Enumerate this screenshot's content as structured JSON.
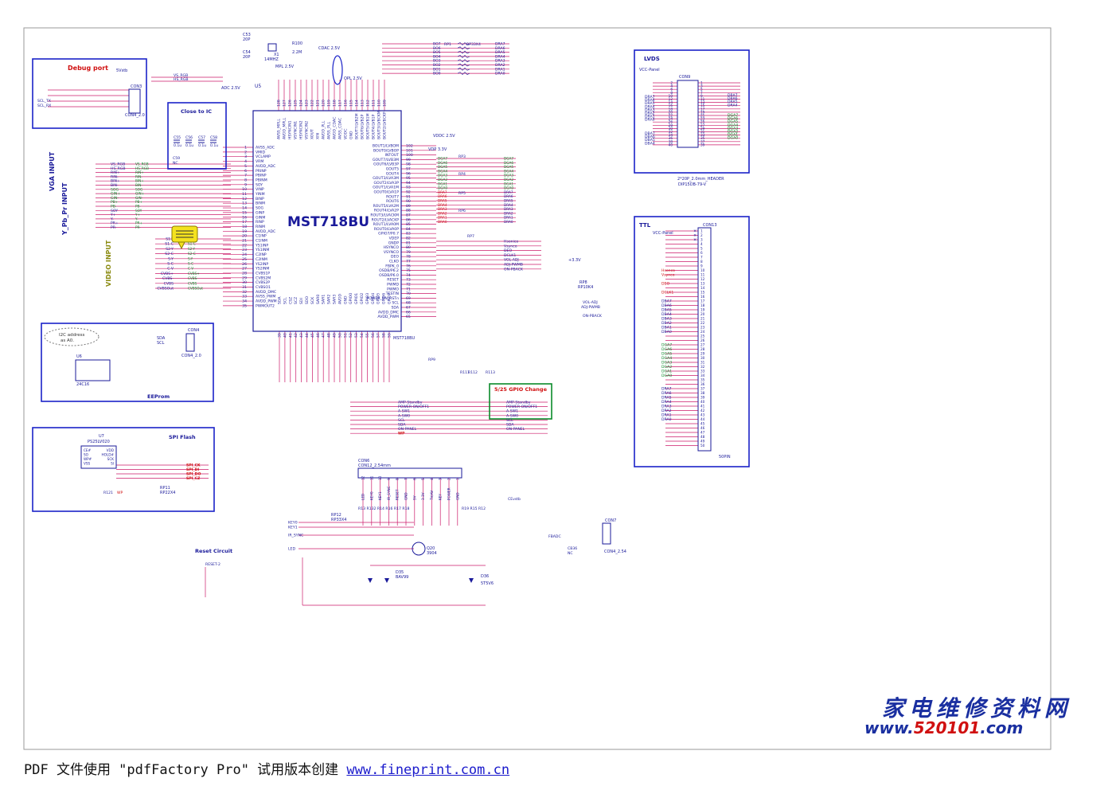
{
  "chip": {
    "name": "MST718BU",
    "ref": "U5",
    "sub": "MST718BU"
  },
  "blocks": {
    "debug": "Debug port",
    "close": "Close to IC",
    "vga": "VGA INPUT",
    "ypbpr": "Y_Pb_Pr INPUT",
    "video": "VIDEO INPUT",
    "eeprom": "EEProm",
    "i2c": [
      "I2C address",
      "as A0."
    ],
    "spi": "SPI Flash",
    "gpio": "5/25 GPIO Change",
    "reset": "Reset Circuit",
    "lvds": "LVDS",
    "ttl": "TTL",
    "lvds_header": [
      "2*20P_2.0mm_HEADER",
      "DIP15DB-79-V"
    ],
    "ttl_label": "50PIN"
  },
  "parts": {
    "u6": "U6",
    "u6_name": "24C16",
    "con4": "CON4",
    "con4_name": "CON4_2.0",
    "u7": "U7",
    "u7_name": "PS25LV020",
    "con6": "CON6",
    "con6_name": "CON12_2.54mm",
    "con7": "CON7",
    "con7_name": "CON4_2.54",
    "con9": "CON9",
    "con13": "CON13",
    "con3": "CON3",
    "con3_name": "CON4_2.0",
    "q20": "Q20",
    "q20_name": "3904",
    "d35": "D35",
    "d35_name": "BAV99",
    "d36": "D36",
    "d36_name": "5T5V6",
    "rp8": "RP8",
    "rp8_name": "RP10K4",
    "rp11": "RP11",
    "rp11_name": "RP22X4",
    "rp12": "RP12",
    "rp12_name": "RP33X4",
    "x1": "X1",
    "x1_name": "14MHZ",
    "r100": "R100",
    "r100_val": "2.2M",
    "c53": "C53",
    "c53_val": "20P",
    "c54": "C54",
    "c54_val": "20P"
  },
  "power": {
    "adc": "ADC 2.5V",
    "cdac": "CDAC 2.5V",
    "mpl": "MPL 2.5V",
    "vddc": "VDDC 2.5V",
    "vdp": "VDP 3.3V",
    "v33": "+3.3V",
    "v5": "5Vstb",
    "opl": "OPL 2.5V",
    "vcc_panel": "VCC-Panel"
  },
  "nets": {
    "vga_left": [
      "VS_RGB",
      "HS_RGB",
      "RIN+",
      "RIN-",
      "BIN+",
      "BIN-",
      "SOG",
      "GIN+",
      "GIN-",
      "PB+",
      "PB-",
      "SOY",
      "Y+",
      "Y-",
      "PR+",
      "PR-"
    ],
    "video_left": [
      "S1-Y",
      "S1-C",
      "S2-Y",
      "S2-C",
      "S-Y",
      "S-C",
      "C-V",
      "CVBS+",
      "CVBS-",
      "CVBS",
      "CVBSOut"
    ],
    "top_bus": [
      "BO7",
      "BO6",
      "BO5",
      "BO4",
      "BO3",
      "BO2",
      "BO1",
      "BO0"
    ],
    "top_bus_right": [
      "DRA7",
      "DRA6",
      "DRA5",
      "DRA4",
      "DRA3",
      "DRA2",
      "DRA1",
      "DRA0"
    ],
    "right_green": [
      "DGA7",
      "DGA6",
      "DGA5",
      "DGA4",
      "DGA3",
      "DGA2",
      "DGA1",
      "DGA0"
    ],
    "right_b": [
      "DBA7",
      "DBA6",
      "DBA5",
      "DBA4",
      "DBA3",
      "DBA2",
      "DBA1",
      "DBA0"
    ],
    "right_misc": [
      "Hsonico",
      "Vsynco",
      "DEO",
      "DCLK1",
      "VOL-ADJ",
      "ADJ-PWMB",
      "ON-PBACK"
    ],
    "gpio_list": [
      "AMP-Standby",
      "POWER-ON/OFF1",
      "A-SW1",
      "A-SW0",
      "SCL",
      "SDA",
      "ON-PANEL",
      "WP"
    ],
    "con6_pins": [
      "LED",
      "KEY0",
      "KEY1",
      "IR_SYNC",
      "RESET",
      "GND",
      "5V",
      "3.3V",
      "TV/AV",
      "KEY",
      "POWER",
      "GND"
    ],
    "reset_nets": [
      "KEY0",
      "KEY1",
      "IR_SYNC",
      "LED"
    ],
    "spi_nets": [
      "SPI_CK",
      "SPI_DI",
      "SPI_DO",
      "SPI_CZ"
    ],
    "eeprom_nets": [
      "SDA",
      "SCL"
    ]
  },
  "pins": {
    "left": [
      "AVSS_ADC",
      "VMID",
      "VCLAMP",
      "VRM",
      "AVDD_ADC",
      "PRINP",
      "PBINP",
      "PBINM",
      "SOY",
      "VINP",
      "YINM",
      "BINP",
      "BINM",
      "SOG",
      "GINP",
      "GINM",
      "RINP",
      "RINM",
      "AVDD_ADC",
      "C1INP",
      "C1INM",
      "YS1INP",
      "YS1INM",
      "C2INP",
      "C2INM",
      "YS2INP",
      "YS2INM",
      "CVBS1P",
      "CVBS2M",
      "CVBS2P",
      "CVBSO1",
      "AVDD_DMC",
      "AVSS_PWM",
      "AVDD_PWM",
      "PWMOUT2"
    ],
    "right": [
      "BOUT1/LVBOM",
      "BOUT0/LVBOP",
      "INTOUT",
      "GOUT7/LVB3M",
      "GOUT6/LVB3P",
      "GOUT5",
      "GOUT4",
      "GOUT3/LVA3M",
      "GOUT2/LVA3P",
      "GOUT1/LVA1M",
      "GOUT0/LVA1P",
      "ROUT7",
      "ROUT6",
      "ROUT5/LVA2M",
      "ROUT4/LVA2P",
      "ROUT3/LVACKM",
      "ROUT2/LVACKP",
      "ROUT1/LVA0M",
      "ROUT0/LVA0P",
      "GPIO7/P0.7",
      "VDEP",
      "GNDP",
      "HSYNCO",
      "VSYNCO",
      "DEO",
      "CLKO",
      "FBPK_0",
      "OSDB/P6.2",
      "OSDB/P6.0",
      "RESET",
      "PWMD",
      "PWMO",
      "TESTIN",
      "POWER_ON_RSTn",
      "SCL",
      "SDA",
      "AVDD_DMC",
      "AVDD_PWM"
    ],
    "top": [
      "AVSS_MPLL",
      "AVDD_MPLL",
      "HSYNCIN1",
      "VSYNCIN1",
      "HSYNCIN2",
      "VSYNCIN2",
      "XOUT",
      "XIN",
      "AVDD_PLL",
      "AVSS_PLL",
      "AVDD_CDAC",
      "AVSS_CDAC",
      "VDDC",
      "GND",
      "BOUT7/LVB2M",
      "BOUT6/LVB2P",
      "BOUT5/LVB1M",
      "BOUT4/LVB1P",
      "BOUT3/LVBCKM",
      "BOUT2/LVBCKP"
    ],
    "bottom": [
      "SDA",
      "SCL",
      "CSZ",
      "SCZ",
      "SDI",
      "SDO",
      "SCK",
      "SAR0",
      "SAR1",
      "SAR2",
      "SAR3",
      "AVDD",
      "GND",
      "GPIO0",
      "GPIO1",
      "GPIO2",
      "GPIO3",
      "GPIO4",
      "GPIO5",
      "GPIO6",
      "GPIO7"
    ]
  },
  "colors": {
    "wire": "#cc1a6a",
    "box": "#1a22c8",
    "text": "#1a1a9a",
    "green": "#0a8a2a",
    "gpio_box": "#0a8a2a",
    "red": "#d01010",
    "olive": "#8a8a10"
  },
  "footer": {
    "text": "PDF 文件使用 \"pdfFactory Pro\" 试用版本创建 ",
    "link": "www.fineprint.com.cn"
  },
  "watermark": {
    "cn": "家电维修资料网",
    "pre": "www.",
    "num": "520101",
    "post": ".com"
  }
}
